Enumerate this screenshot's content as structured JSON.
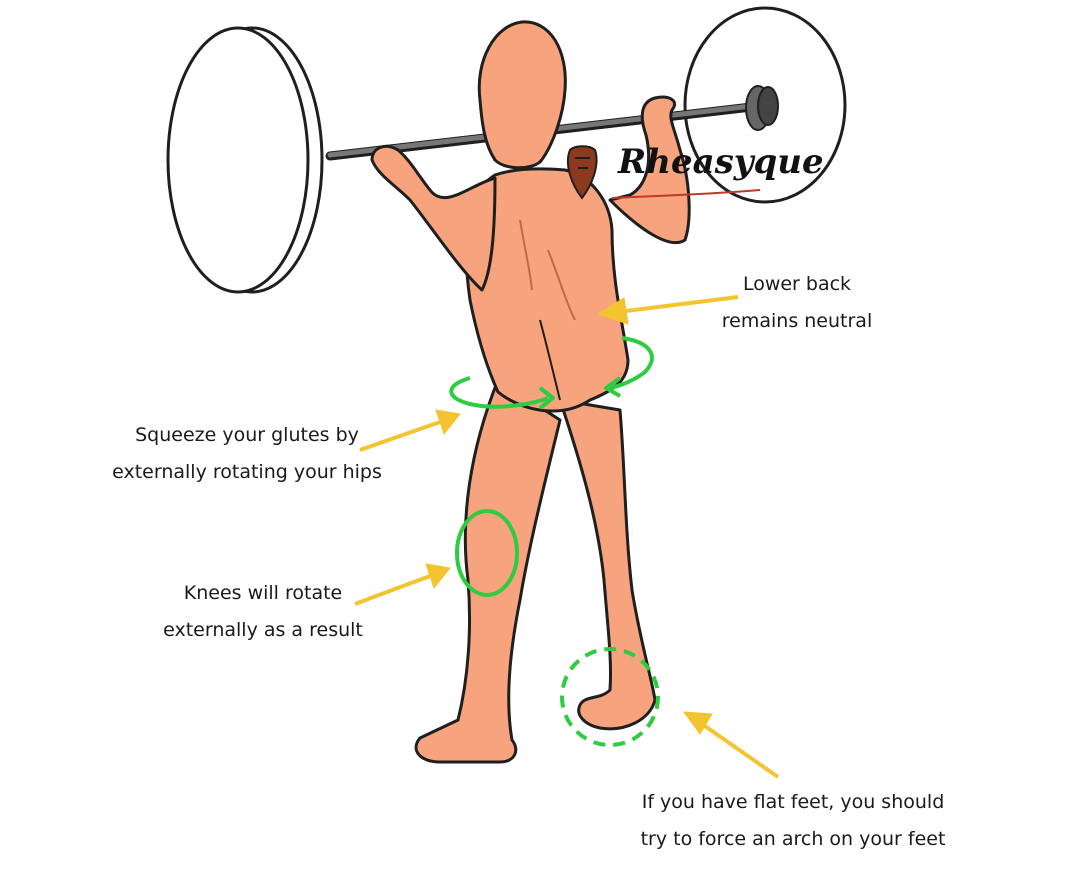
{
  "watermark": {
    "text": "Rheasyque"
  },
  "annotations": [
    {
      "id": "lower-back",
      "lines": [
        "Lower back",
        "remains neutral"
      ]
    },
    {
      "id": "glutes",
      "lines": [
        "Squeeze your glutes by",
        "externally rotating your hips"
      ]
    },
    {
      "id": "knees",
      "lines": [
        "Knees will rotate",
        "externally as a result"
      ]
    },
    {
      "id": "feet",
      "lines": [
        "If you have flat feet, you should",
        "try to force an arch on your feet"
      ]
    }
  ],
  "colors": {
    "skin": "#F6A37E",
    "skin_shadow": "#E48A64",
    "outline": "#1f1f1f",
    "arrow": "#F4C430",
    "marker": "#2ECC40",
    "bar": "#555555"
  }
}
